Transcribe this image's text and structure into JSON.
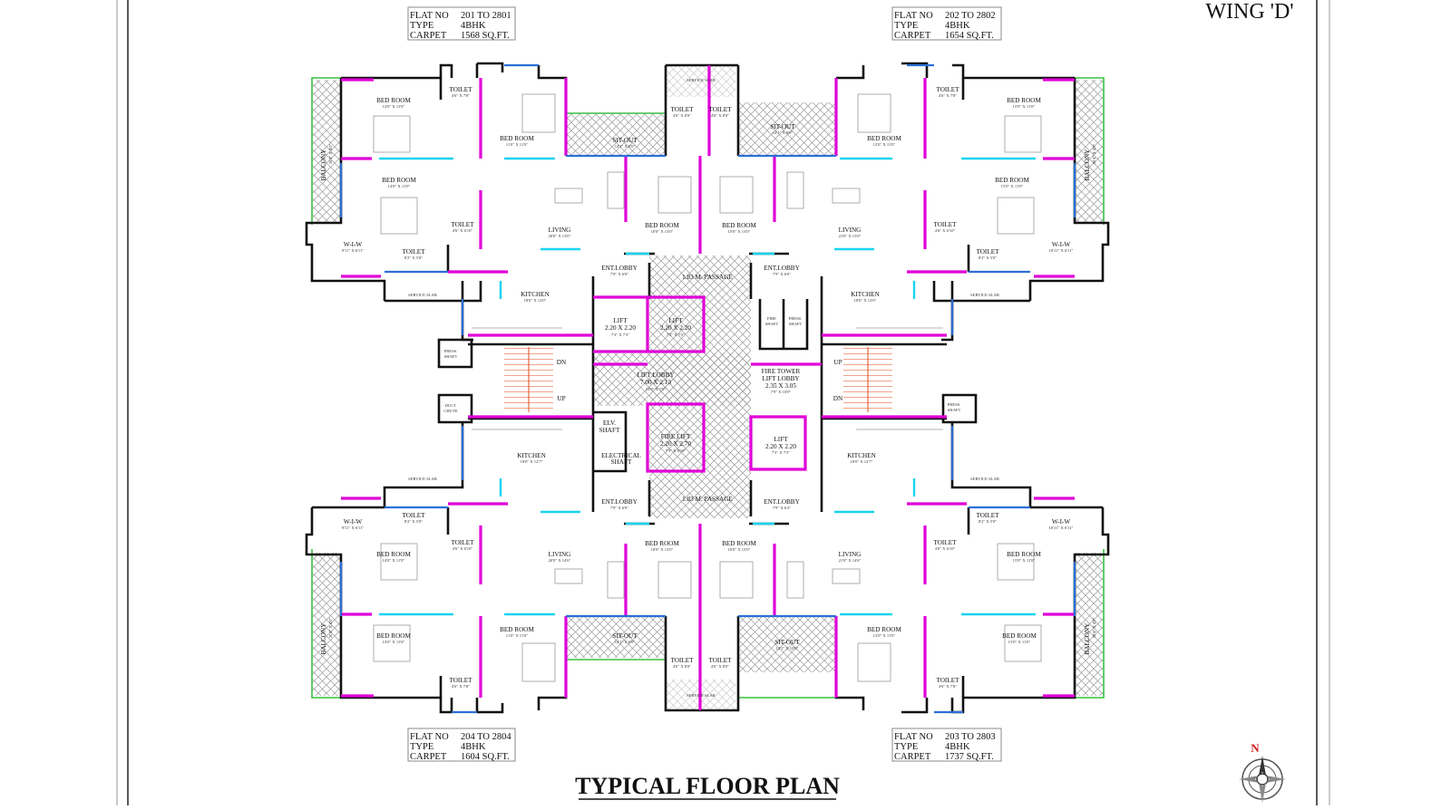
{
  "title": "TYPICAL FLOOR PLAN",
  "wing_label": "WING 'D'",
  "compass_label": "N",
  "flat_boxes": {
    "top_left": {
      "rows": [
        {
          "k": "FLAT NO",
          "v": "201 TO 2801"
        },
        {
          "k": "TYPE",
          "v": "4BHK"
        },
        {
          "k": "CARPET",
          "v": "1568 SQ.FT."
        }
      ]
    },
    "top_right": {
      "rows": [
        {
          "k": "FLAT NO",
          "v": "202 TO 2802"
        },
        {
          "k": "TYPE",
          "v": "4BHK"
        },
        {
          "k": "CARPET",
          "v": "1654 SQ.FT."
        }
      ]
    },
    "bottom_left": {
      "rows": [
        {
          "k": "FLAT NO",
          "v": "204 TO 2804"
        },
        {
          "k": "TYPE",
          "v": "4BHK"
        },
        {
          "k": "CARPET",
          "v": "1604 SQ.FT."
        }
      ]
    },
    "bottom_right": {
      "rows": [
        {
          "k": "FLAT NO",
          "v": "203 TO 2803"
        },
        {
          "k": "TYPE",
          "v": "4BHK"
        },
        {
          "k": "CARPET",
          "v": "1737 SQ.FT."
        }
      ]
    }
  },
  "rooms": {
    "tl_bed1": {
      "name": "BED ROOM",
      "dim": "14'0\" X 11'0\""
    },
    "tl_toilet1": {
      "name": "TOILET",
      "dim": "4'6\" X 7'8\""
    },
    "tl_bed2": {
      "name": "BED ROOM",
      "dim": "11'0\" X 11'0\""
    },
    "tl_balcony": {
      "name": "BALCONY",
      "dim": "20'4\" X 4'0\""
    },
    "tl_bed3": {
      "name": "BED ROOM",
      "dim": "14'0\" X 11'0\""
    },
    "tl_toilet2": {
      "name": "TOILET",
      "dim": "4'6\" X 6'10\""
    },
    "tl_wiw": {
      "name": "W-I-W",
      "dim": "9'11\" X 6'11\""
    },
    "tl_toilet3": {
      "name": "TOILET",
      "dim": "8'2\" X 5'0\""
    },
    "tl_living": {
      "name": "LIVING",
      "dim": "20'0\" X 13'0\""
    },
    "tl_sitout": {
      "name": "SIT-OUT",
      "dim": "14'1\" X 6'0\""
    },
    "tl_kitchen": {
      "name": "KITCHEN",
      "dim": "18'0\" X 12'0\""
    },
    "tl_entlobby": {
      "name": "ENT.LOBBY",
      "dim": "7'9\" X 6'0\""
    },
    "tl_service": {
      "name": "SERVICE SLAB"
    },
    "top_service": {
      "name": "SERVICE SLAB"
    },
    "tc_toilet1": {
      "name": "TOILET",
      "dim": "4'6\" X 8'0\""
    },
    "tc_toilet2": {
      "name": "TOILET",
      "dim": "4'6\" X 8'0\""
    },
    "tc_bed1": {
      "name": "BED ROOM",
      "dim": "10'0\" X 13'0\""
    },
    "tc_bed2": {
      "name": "BED ROOM",
      "dim": "10'0\" X 13'0\""
    },
    "tr_sitout": {
      "name": "SIT-OUT",
      "dim": "14'1\" X 8'0\""
    },
    "tr_bed1": {
      "name": "BED ROOM",
      "dim": "12'0\" X 11'0\""
    },
    "tr_toilet1": {
      "name": "TOILET",
      "dim": "4'6\" X 7'8\""
    },
    "tr_bed2": {
      "name": "BED ROOM",
      "dim": "15'0\" X 11'0\""
    },
    "tr_balcony": {
      "name": "BALCONY",
      "dim": "20'4\" X 4'0\""
    },
    "tr_bed3": {
      "name": "BED ROOM",
      "dim": "15'0\" X 11'0\""
    },
    "tr_toilet2": {
      "name": "TOILET",
      "dim": "4'6\" X 6'10\""
    },
    "tr_living": {
      "name": "LIVING",
      "dim": "21'0\" X 13'0\""
    },
    "tr_toilet3": {
      "name": "TOILET",
      "dim": "8'2\" X 5'0\""
    },
    "tr_wiw": {
      "name": "W-I-W",
      "dim": "10'11\" X 6'11\""
    },
    "tr_entlobby": {
      "name": "ENT.LOBBY",
      "dim": "7'9\" X 6'0\""
    },
    "tr_kitchen": {
      "name": "KITCHEN",
      "dim": "18'0\" X 12'0\""
    },
    "tr_service": {
      "name": "SERVICE SLAB"
    },
    "passage_top": {
      "name": "1.83 M. PASSAGE"
    },
    "passage_bottom": {
      "name": "1.83 M. PASSAGE"
    },
    "lift1": {
      "name": "LIFT",
      "dim": "2.20 X 2.20",
      "dim2": "7'3\" X 7'3\""
    },
    "lift2": {
      "name": "LIFT",
      "dim": "2.20 X 2.20",
      "dim2": "7'3\" X 7'3\""
    },
    "lift_lobby": {
      "name": "LIFT LOBBY",
      "dim": "7.00 X 2.13",
      "dim2": "23'0\" X 7'0\""
    },
    "fire_lift": {
      "name": "FIRE LIFT",
      "dim": "2.20 X 2.70",
      "dim2": "7'3\" X 8'10\""
    },
    "fire_tower": {
      "name": "FIRE TOWER",
      "name2": "LIFT LOBBY",
      "dim": "2.35 X 3.05",
      "dim2": "7'9\" X 10'0\""
    },
    "lift3": {
      "name": "LIFT",
      "dim": "2.20 X 2.20",
      "dim2": "7'3\" X 7'3\""
    },
    "fire_shaft": {
      "name": "FIRE",
      "name2": "SHAFT"
    },
    "press_shaft_c": {
      "name": "PRESS.",
      "name2": "SHAFT"
    },
    "press_shaft_l": {
      "name": "PRESS.",
      "name2": "SHAFT"
    },
    "press_shaft_r": {
      "name": "PRESS.",
      "name2": "SHAFT"
    },
    "duct_chute": {
      "name": "DUCT",
      "name2": "CHUTE"
    },
    "elv_shaft": {
      "name": "ELV.",
      "name2": "SHAFT"
    },
    "elec_shaft": {
      "name": "ELECTRICAL",
      "name2": "SHAFT"
    },
    "stair_l_dn": {
      "name": "DN"
    },
    "stair_l_up": {
      "name": "UP"
    },
    "stair_r_up": {
      "name": "UP"
    },
    "stair_r_dn": {
      "name": "DN"
    },
    "bl_kitchen": {
      "name": "KITCHEN",
      "dim": "18'0\" X 12'7\""
    },
    "bl_entlobby": {
      "name": "ENT.LOBBY",
      "dim": "7'9\" X 6'0\""
    },
    "bl_service": {
      "name": "SERVICE SLAB"
    },
    "bl_wiw": {
      "name": "W-I-W",
      "dim": "9'11\" X 6'11\""
    },
    "bl_toilet1": {
      "name": "TOILET",
      "dim": "8'2\" X 5'0\""
    },
    "bl_toilet2": {
      "name": "TOILET",
      "dim": "4'6\" X 6'10\""
    },
    "bl_bed1": {
      "name": "BED ROOM",
      "dim": "14'0\" X 11'0\""
    },
    "bl_living": {
      "name": "LIVING",
      "dim": "20'0\" X 14'6\""
    },
    "bl_balcony": {
      "name": "BALCONY",
      "dim": "20'4\" X 4'0\""
    },
    "bl_bed2": {
      "name": "BED ROOM",
      "dim": "14'0\" X 11'0\""
    },
    "bl_bed3": {
      "name": "BED ROOM",
      "dim": "11'0\" X 11'0\""
    },
    "bl_toilet3": {
      "name": "TOILET",
      "dim": "4'6\" X 7'8\""
    },
    "bl_sitout": {
      "name": "SIT-OUT",
      "dim": "14'1\" X 6'0\""
    },
    "bc_bed1": {
      "name": "BED ROOM",
      "dim": "10'0\" X 13'0\""
    },
    "bc_bed2": {
      "name": "BED ROOM",
      "dim": "10'0\" X 13'0\""
    },
    "bc_toilet1": {
      "name": "TOILET",
      "dim": "4'6\" X 8'0\""
    },
    "bc_toilet2": {
      "name": "TOILET",
      "dim": "4'6\" X 8'0\""
    },
    "bottom_service": {
      "name": "SERVICE SLAB"
    },
    "br_sitout": {
      "name": "SIT-OUT",
      "dim": "14'1\" X 10'0\""
    },
    "br_entlobby": {
      "name": "ENT.LOBBY",
      "dim": "7'9\" X 6'4\""
    },
    "br_kitchen": {
      "name": "KITCHEN",
      "dim": "18'0\" X 12'7\""
    },
    "br_service": {
      "name": "SERVICE SLAB"
    },
    "br_toilet1": {
      "name": "TOILET",
      "dim": "8'2\" X 5'0\""
    },
    "br_wiw": {
      "name": "W-I-W",
      "dim": "10'11\" X 6'11\""
    },
    "br_toilet2": {
      "name": "TOILET",
      "dim": "4'6\" X 6'10\""
    },
    "br_bed1": {
      "name": "BED ROOM",
      "dim": "15'0\" X 11'0\""
    },
    "br_living": {
      "name": "LIVING",
      "dim": "21'0\" X 14'6\""
    },
    "br_balcony": {
      "name": "BALCONY",
      "dim": "20'4\" X 4'0\""
    },
    "br_bed2": {
      "name": "BED ROOM",
      "dim": "12'0\" X 11'0\""
    },
    "br_bed3": {
      "name": "BED ROOM",
      "dim": "15'0\" X 11'0\""
    },
    "br_toilet3": {
      "name": "TOILET",
      "dim": "4'6\" X 7'8\""
    }
  },
  "colors": {
    "walls": "#111111",
    "partition": "#e000d8",
    "window": "#19d4f0",
    "glazing": "#2a6fd6",
    "balcony_edge": "#38c040",
    "hatch": "#9a9a9a"
  }
}
